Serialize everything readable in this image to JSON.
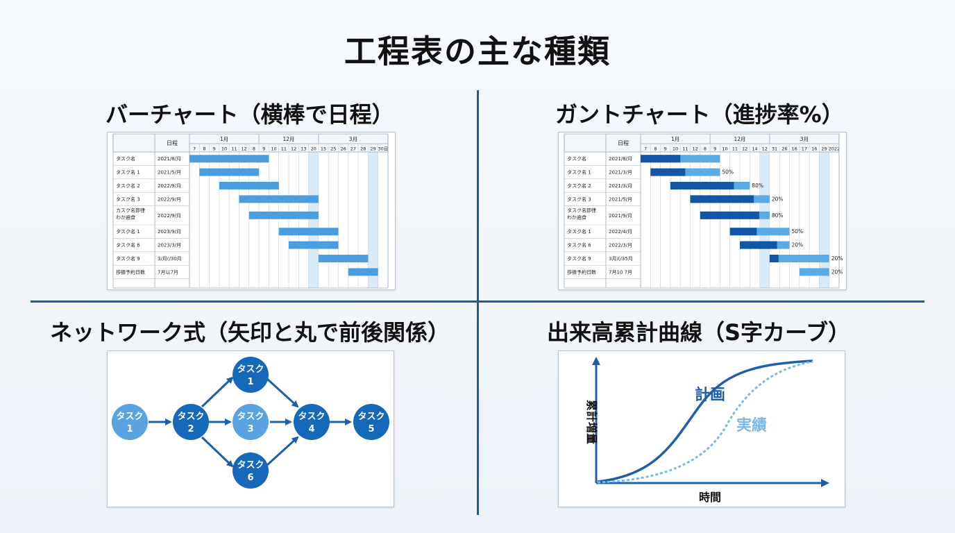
{
  "page_title": "工程表の主な種類",
  "bar_chart": {
    "title": "バーチャート（横棒で日程）",
    "header_label": "日程",
    "months": [
      "1月",
      "12月",
      "3月"
    ],
    "days": [
      "7",
      "8",
      "9",
      "10",
      "11",
      "12",
      "8",
      "9",
      "10",
      "11",
      "12",
      "13",
      "20",
      "15",
      "25",
      "26",
      "27",
      "28",
      "29",
      "30日"
    ],
    "rows": [
      {
        "task": "タスク名",
        "date": "2021/8/月",
        "start": 0,
        "end": 8
      },
      {
        "task": "タスク名 1",
        "date": "2021/5/月",
        "start": 1,
        "end": 7
      },
      {
        "task": "タスク名 2",
        "date": "2022/9/月",
        "start": 3,
        "end": 9
      },
      {
        "task": "タスク名 3",
        "date": "2022/9/月",
        "start": 5,
        "end": 13
      },
      {
        "task": "カスク名即律 わか遍食",
        "date": "2022/9/月",
        "start": 6,
        "end": 13
      },
      {
        "task": "タスク名 1",
        "date": "2023/9/月",
        "start": 9,
        "end": 15
      },
      {
        "task": "タスク名 6",
        "date": "2023/3/月",
        "start": 10,
        "end": 15
      },
      {
        "task": "タスク名 9",
        "date": "3/月(/30月",
        "start": 13,
        "end": 18
      },
      {
        "task": "拶振予約日数",
        "date": "7月以7月",
        "start": 16,
        "end": 19
      }
    ]
  },
  "gantt_chart": {
    "title": "ガントチャート（進捗率%）",
    "header_label": "日程",
    "months": [
      "1月",
      "12月",
      "3月"
    ],
    "days": [
      "7",
      "8",
      "9",
      "10",
      "11",
      "12",
      "8",
      "9",
      "10",
      "11",
      "12",
      "14",
      "12",
      "31",
      "26",
      "16",
      "17",
      "16",
      "29",
      "2022"
    ],
    "rows": [
      {
        "task": "タスク名",
        "date": "2021/8/月",
        "start": 0,
        "end": 8,
        "progress": 0.5,
        "label": ""
      },
      {
        "task": "タスク名 1",
        "date": "2021/3/月",
        "start": 1,
        "end": 8,
        "progress": 0.5,
        "label": "50%"
      },
      {
        "task": "タスク名 2",
        "date": "2021/3/月",
        "start": 3,
        "end": 11,
        "progress": 0.8,
        "label": "80%"
      },
      {
        "task": "タスク名 3",
        "date": "2021/5/月",
        "start": 5,
        "end": 13,
        "progress": 0.8,
        "label": "20%"
      },
      {
        "task": "タスク名即律 わか遍食",
        "date": "2021/9/月",
        "start": 6,
        "end": 13,
        "progress": 0.85,
        "label": "80%"
      },
      {
        "task": "タスク名 1",
        "date": "2022/4/月",
        "start": 9,
        "end": 15,
        "progress": 0.45,
        "label": "50%"
      },
      {
        "task": "タスク名 6",
        "date": "2022/3/月",
        "start": 10,
        "end": 15,
        "progress": 0.75,
        "label": "20%"
      },
      {
        "task": "タスク名 9",
        "date": "3月/(/35月",
        "start": 13,
        "end": 19,
        "progress": 0.15,
        "label": "20%"
      },
      {
        "task": "拶振予約日数",
        "date": "7月10 7月",
        "start": 16,
        "end": 19,
        "progress": 0,
        "label": "20%"
      }
    ]
  },
  "network": {
    "title": "ネットワーク式（矢印と丸で前後関係）",
    "nodes": [
      {
        "id": "t1",
        "line1": "タスク",
        "line2": "1",
        "color": "#5aa3e0"
      },
      {
        "id": "t2",
        "line1": "タスク",
        "line2": "2",
        "color": "#1668b8"
      },
      {
        "id": "t1b",
        "line1": "タスク",
        "line2": "1",
        "color": "#1668b8"
      },
      {
        "id": "t3",
        "line1": "タスク",
        "line2": "3",
        "color": "#5aa3e0"
      },
      {
        "id": "t6",
        "line1": "タスク",
        "line2": "6",
        "color": "#1668b8"
      },
      {
        "id": "t4",
        "line1": "タスク",
        "line2": "4",
        "color": "#1668b8"
      },
      {
        "id": "t5",
        "line1": "タスク",
        "line2": "5",
        "color": "#1668b8"
      }
    ]
  },
  "s_curve": {
    "title": "出来高累計曲線（S字カーブ）",
    "ylabel": "累計増量",
    "xlabel": "時間",
    "plan_label": "計画",
    "actual_label": "実績",
    "plan_color": "#1f5fa8",
    "actual_color": "#7cb8e6"
  }
}
